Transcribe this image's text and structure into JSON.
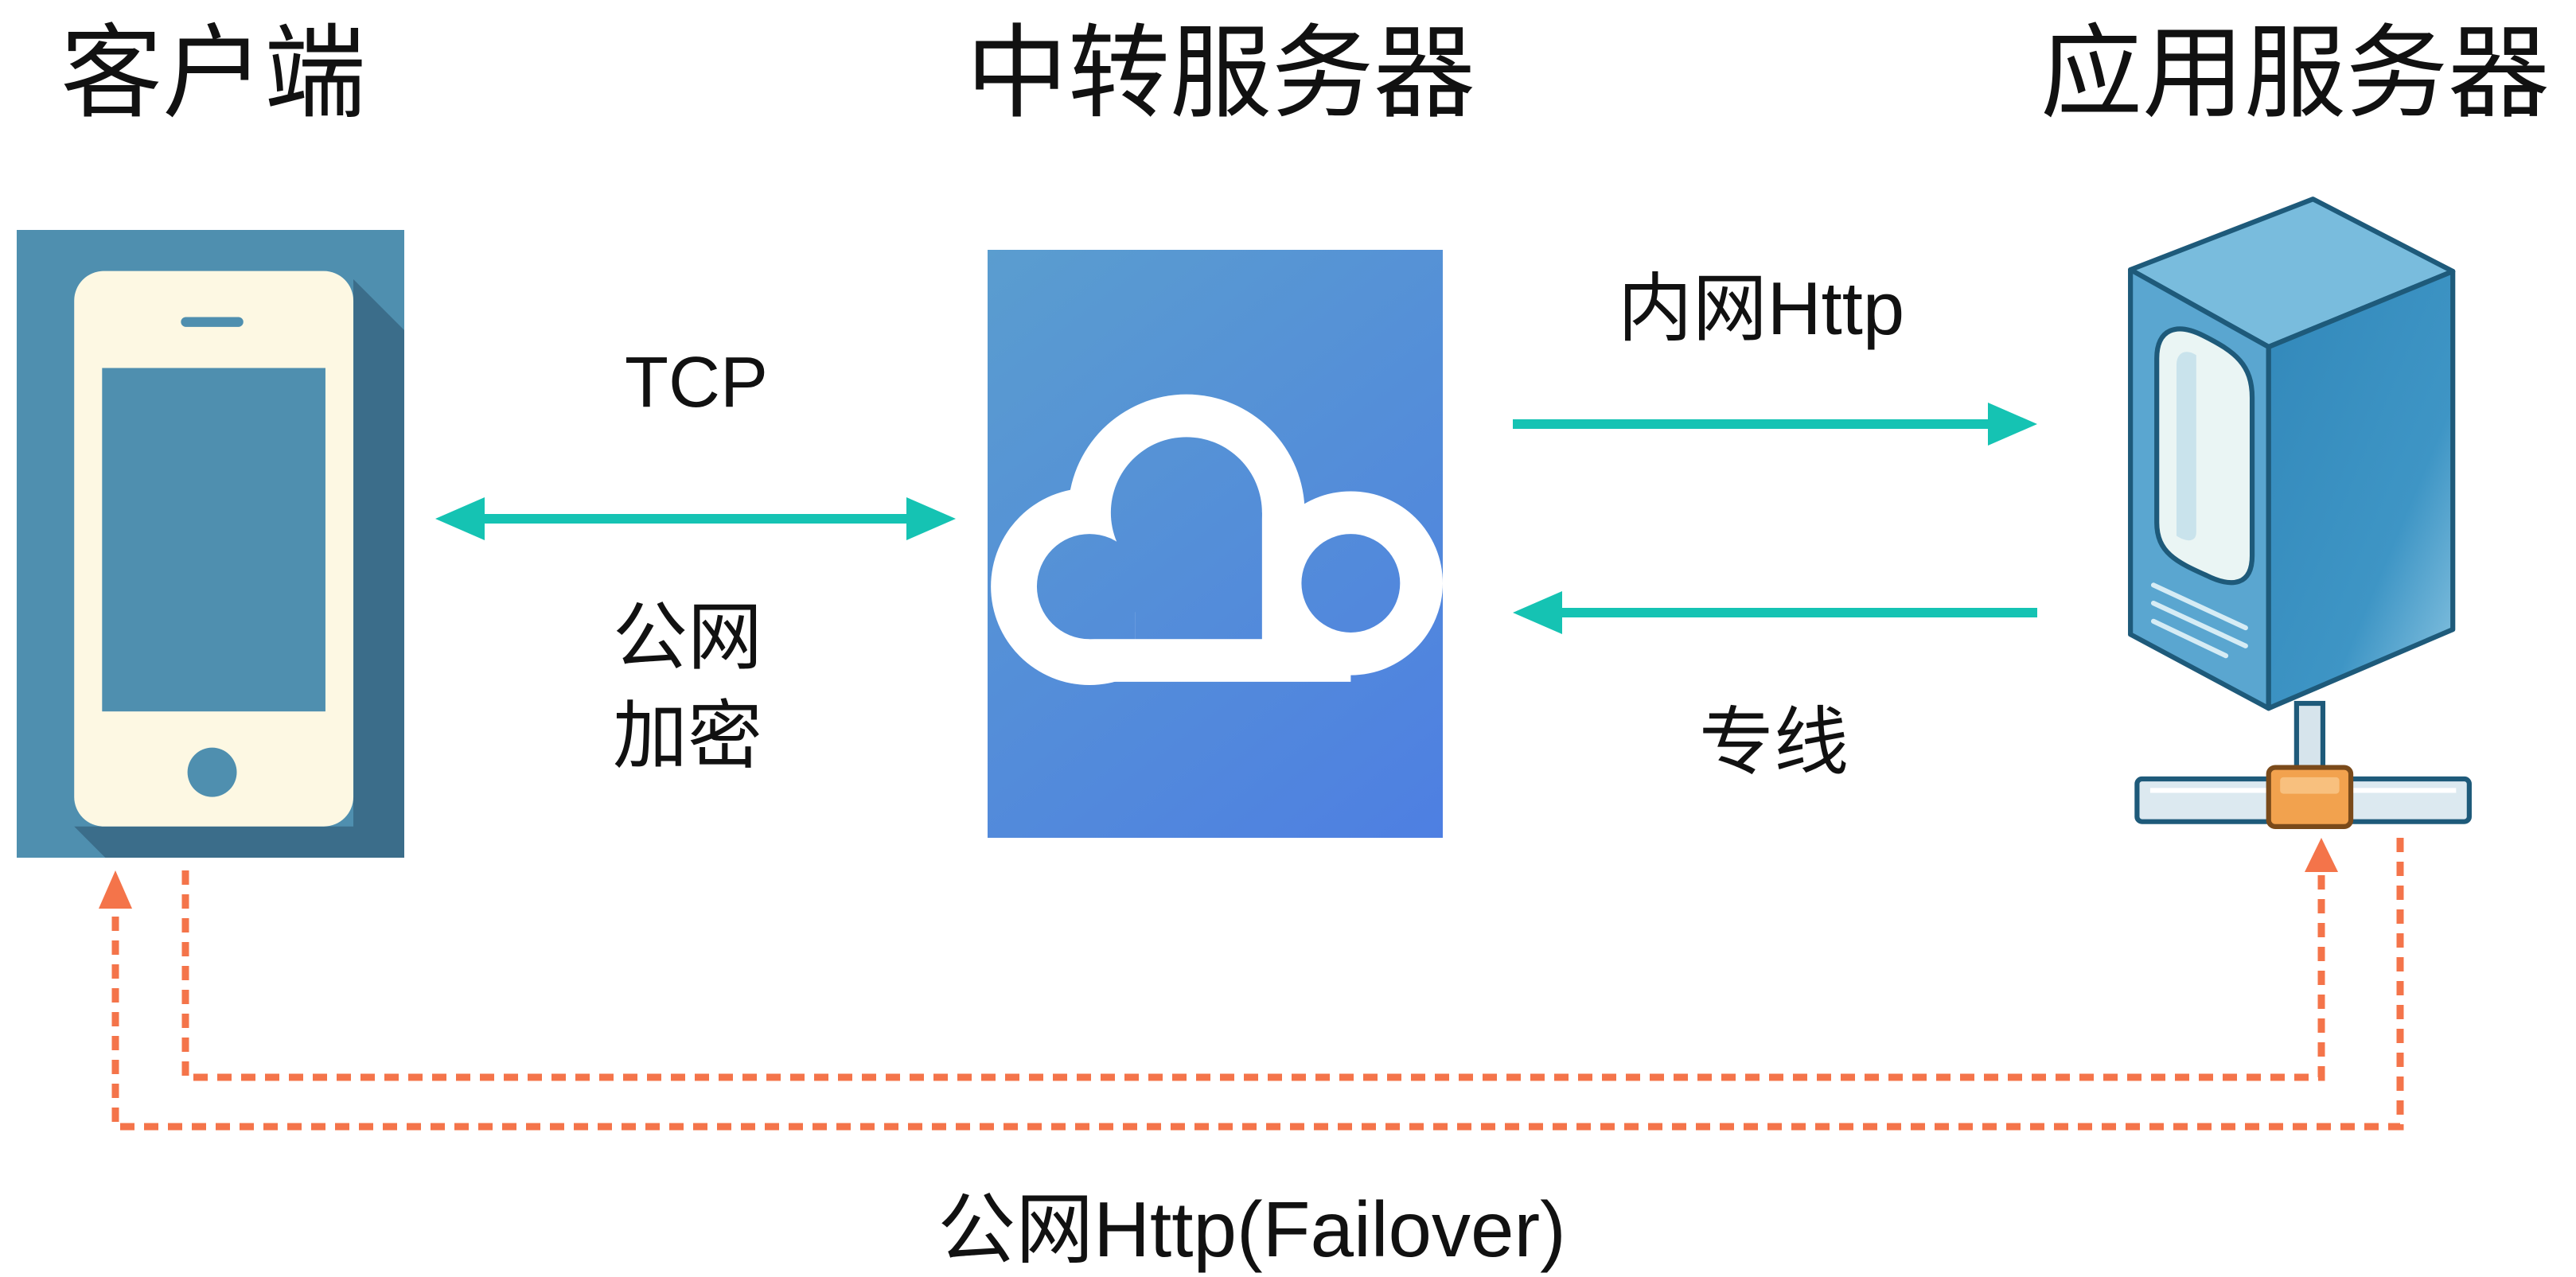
{
  "nodes": {
    "client": {
      "title": "客户端",
      "icon": "smartphone-icon"
    },
    "relay": {
      "title": "中转服务器",
      "icon": "cloud-icon"
    },
    "app_server": {
      "title": "应用服务器",
      "icon": "server-icon"
    }
  },
  "links": {
    "client_relay": {
      "label": "TCP",
      "note": [
        "公网",
        "加密"
      ]
    },
    "relay_to_app": {
      "label": "内网Http"
    },
    "app_to_relay": {
      "label": "专线"
    },
    "failover": {
      "label": "公网Http(Failover)"
    }
  },
  "colors": {
    "solid_arrow": "#15C3B3",
    "dashed_arrow": "#F4744A",
    "text": "#111111"
  }
}
